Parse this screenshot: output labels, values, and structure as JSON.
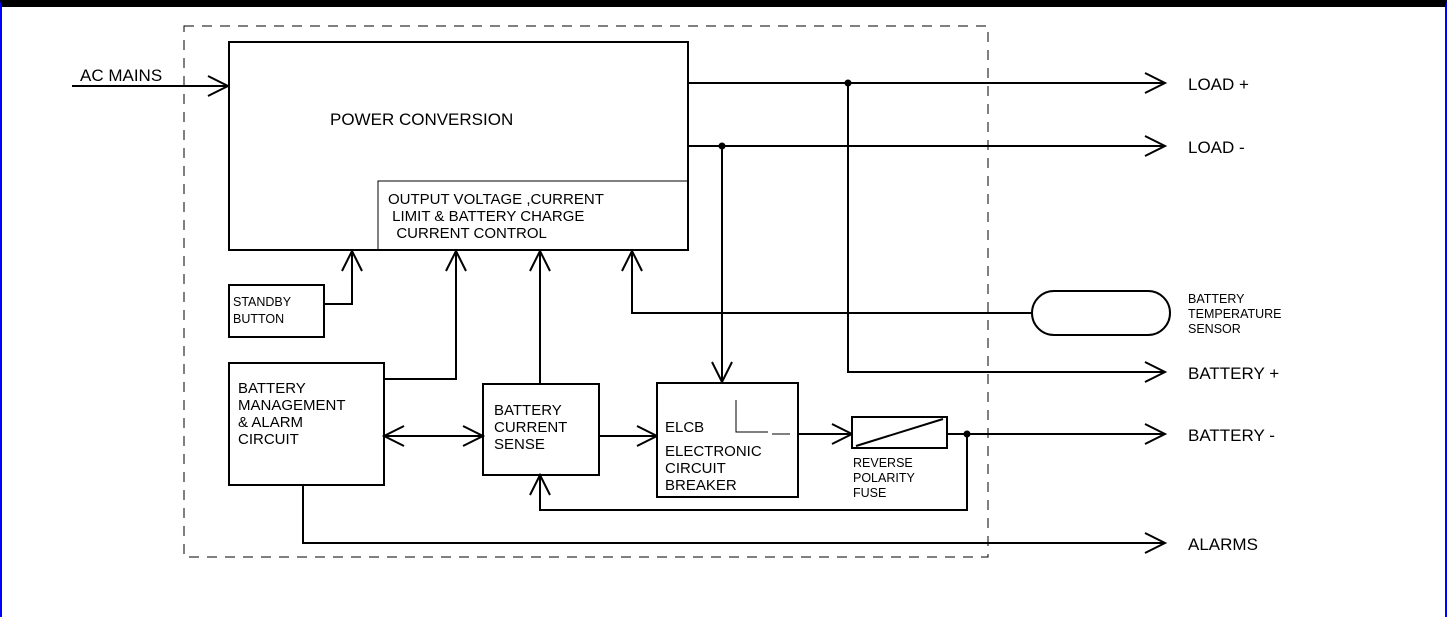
{
  "diagram": {
    "inputs": {
      "ac_mains": "AC MAINS"
    },
    "blocks": {
      "power_conversion": "POWER CONVERSION",
      "output_control": [
        "OUTPUT VOLTAGE ,CURRENT",
        " LIMIT & BATTERY CHARGE",
        "  CURRENT CONTROL"
      ],
      "standby_button": [
        "STANDBY",
        "BUTTON"
      ],
      "battery_management": [
        "BATTERY",
        "MANAGEMENT",
        "& ALARM",
        "CIRCUIT"
      ],
      "battery_current_sense": [
        "BATTERY",
        "CURRENT",
        "SENSE"
      ],
      "elcb_abbrev": "ELCB",
      "elcb": [
        "ELECTRONIC",
        "CIRCUIT",
        "BREAKER"
      ],
      "fuse": [
        "REVERSE",
        "POLARITY",
        "FUSE"
      ],
      "temperature_sensor": [
        "BATTERY",
        "TEMPERATURE",
        "SENSOR"
      ]
    },
    "outputs": {
      "load_plus": "LOAD +",
      "load_minus": "LOAD -",
      "battery_plus": "BATTERY +",
      "battery_minus": "BATTERY -",
      "alarms": "ALARMS"
    }
  }
}
